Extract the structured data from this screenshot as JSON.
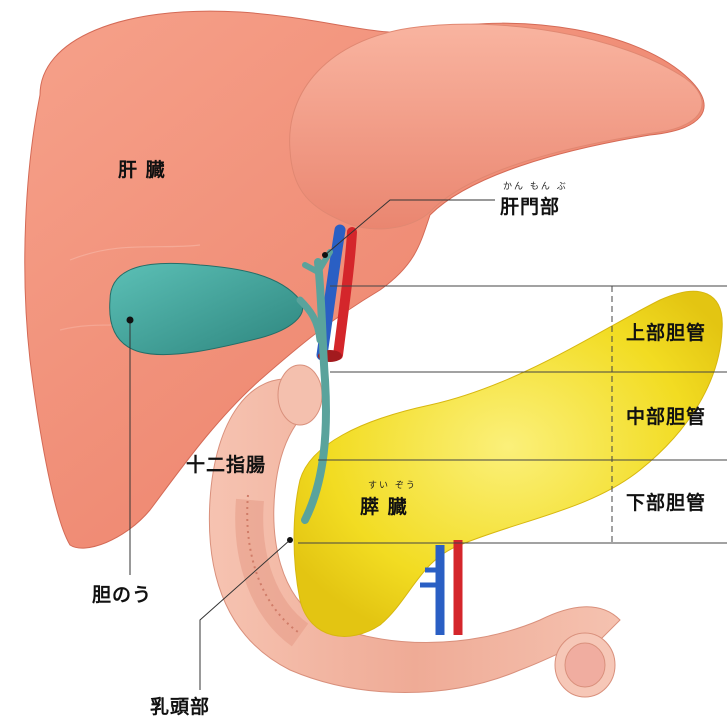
{
  "labels": {
    "liver": "肝 臓",
    "hilum": "肝門部",
    "hilum_ruby": "かん もん ぶ",
    "upper_duct": "上部胆管",
    "middle_duct": "中部胆管",
    "lower_duct": "下部胆管",
    "duodenum": "十二指腸",
    "pancreas": "膵 臓",
    "pancreas_ruby": "すい   ぞう",
    "gallbladder": "胆のう",
    "papilla": "乳頭部"
  },
  "colors": {
    "liver": "#ef8f78",
    "liver_dark": "#d86a56",
    "gallbladder": "#3d9c94",
    "bile_duct": "#5aa39c",
    "pancreas": "#f3dc2a",
    "duodenum": "#f1b4a0",
    "artery": "#d4262b",
    "vein": "#2a5fc4"
  }
}
